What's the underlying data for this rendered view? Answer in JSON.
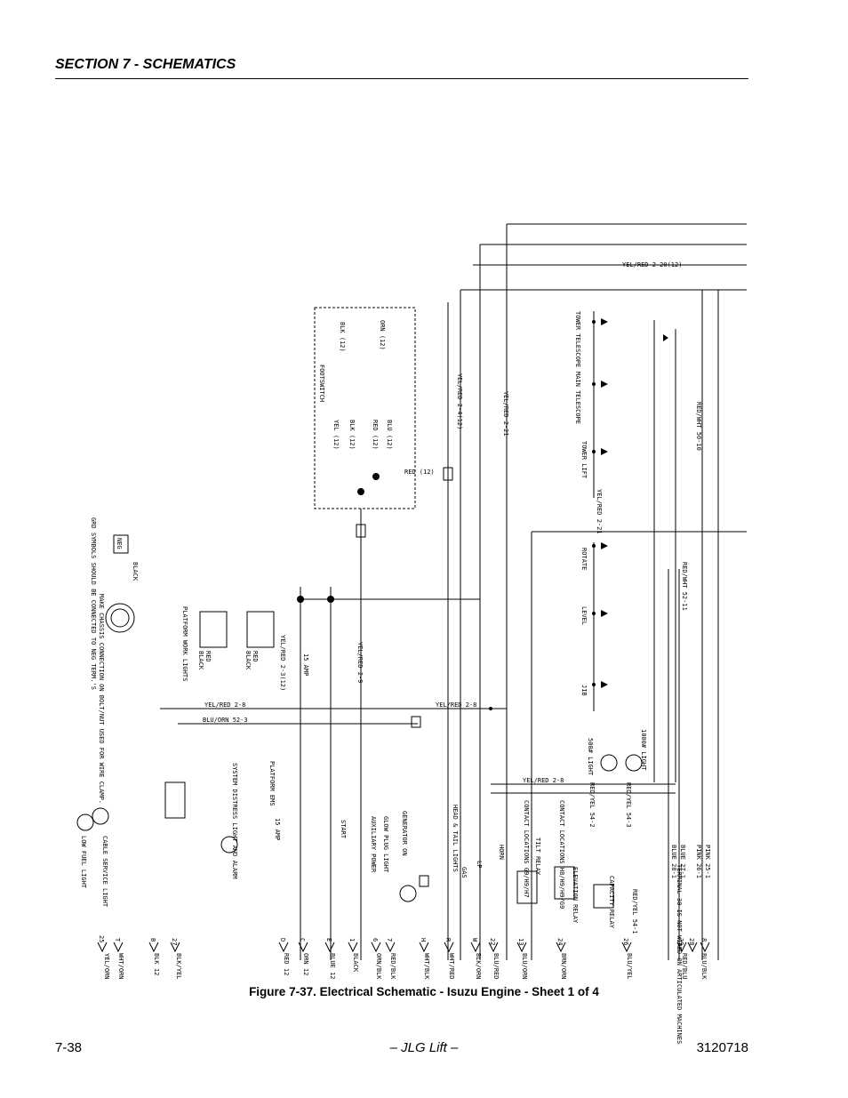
{
  "header": {
    "section_title": "SECTION 7 - SCHEMATICS"
  },
  "figure": {
    "caption": "Figure 7-37.  Electrical Schematic - Isuzu Engine - Sheet 1 of 4"
  },
  "footer": {
    "page_number": "7-38",
    "brand": "– JLG Lift –",
    "doc_number": "3120718"
  },
  "schematic_labels": {
    "yel_red_2_20_12": "YEL/RED 2-20(12)",
    "yel_red_2_4_12": "YEL/RED 2-4(12)",
    "yel_red_2_21": "YEL/RED 2-21",
    "yel_red_2_9": "YEL/RED 2-9",
    "yel_red_2_3_12": "YEL/RED 2-3(12)",
    "yel_red_2_8_a": "YEL/RED 2-8",
    "yel_red_2_8_b": "YEL/RED 2-8",
    "yel_red_2_8_c": "YEL/RED 2-8",
    "blu_orn_52_3": "BLU/ORN 52-3",
    "amp_15_top": "15 AMP",
    "amp_15_bottom": "15 AMP",
    "red_12": "RED (12)",
    "orn_12": "ORN (12)",
    "blk_12": "BLK (12)",
    "footswitch": "FOOTSWITCH",
    "yel_12": "YEL (12)",
    "blk_12_b": "BLK (12)",
    "red_12_b": "RED (12)",
    "blu_12": "BLU (12)",
    "tower_telescope": "TOWER TELESCOPE",
    "main_telescope": "MAIN TELESCOPE",
    "tower_lift": "TOWER LIFT",
    "rotate": "ROTATE",
    "level": "LEVEL",
    "jib": "JIB",
    "red_wht_50_10": "RED/WHT 50-10",
    "red_wht_52_11": "RED/WHT 52-11",
    "yel_red_2_21_v": "YEL/RED 2-21",
    "platform_work_lights": "PLATFORM WORK LIGHTS",
    "red_a": "RED",
    "black_a": "BLACK",
    "red_b": "RED",
    "black_b": "BLACK",
    "black": "BLACK",
    "neg": "NEG",
    "grd_note": "GRD SYMBOLS SHOULD BE CONNECTED TO NEG TERM.'S",
    "chassis_note": "MAKE CHASSIS CONNECTION ON BOLT/NUT USED FOR WIRE CLAMP.",
    "system_distress": "SYSTEM DISTRESS LIGHT AND ALARM",
    "platform_ems": "PLATFORM EMS",
    "cable_service_light": "CABLE SERVICE LIGHT",
    "low_fuel_light": "LOW FUEL LIGHT",
    "start": "START",
    "aux_power": "AUXILIARY POWER",
    "glow_plug_light": "GLOW PLUG LIGHT",
    "generator_on": "GENERATOR ON",
    "head_tail_lights": "HEAD & TAIL LIGHTS",
    "gas": "GAS",
    "lp": "LP",
    "horn": "HORN",
    "tilt_relay": "TILT RELAY",
    "contact_locations_1": "CONTACT LOCATIONS G9/H9/H7",
    "contact_locations_2": "CONTACT LOCATIONS H8/H9/H9/G9",
    "elevation_relay": "ELEVATION RELAY",
    "capacity_relay": "CAPACITY RELAY",
    "terminal_note": "TERMINAL 30 IS NOT WIRED ON ARTICULATED MACHINES",
    "red_yel_54_1": "RED/YEL 54-1",
    "red_yel_54_3": "RED/YEL 54-3",
    "red_yel_54_2": "RED/YEL 54-2",
    "light_500": "500# LIGHT",
    "light_1000": "1000# LIGHT",
    "pink_25_1": "PINK 25-1",
    "pink_26_1": "PINK 26-1",
    "blue_27_1": "BLUE 27-1",
    "blue_28_1": "BLUE 28-1",
    "bottom_codes": [
      "YEL/ORN",
      "WHT/ORN",
      "BLK/YEL",
      "BLK 12",
      "RED 12",
      "ORN 12",
      "BLUE 12",
      "BLACK",
      "ORN/BLK",
      "RED/BLK",
      "WHT/BLK",
      "WHT/RED",
      "BLK/ORN",
      "BLU/RED",
      "BLU/ORN",
      "BRN/ORN",
      "BLU/YEL",
      "RED/BLU",
      "BLU/BLK"
    ],
    "bottom_letters": [
      "25",
      "T",
      "27",
      "B",
      "D",
      "C",
      "E",
      "1",
      "6",
      "7",
      "H",
      "R",
      "W",
      "22",
      "13",
      "24",
      "26",
      "29",
      "28",
      "8"
    ]
  }
}
